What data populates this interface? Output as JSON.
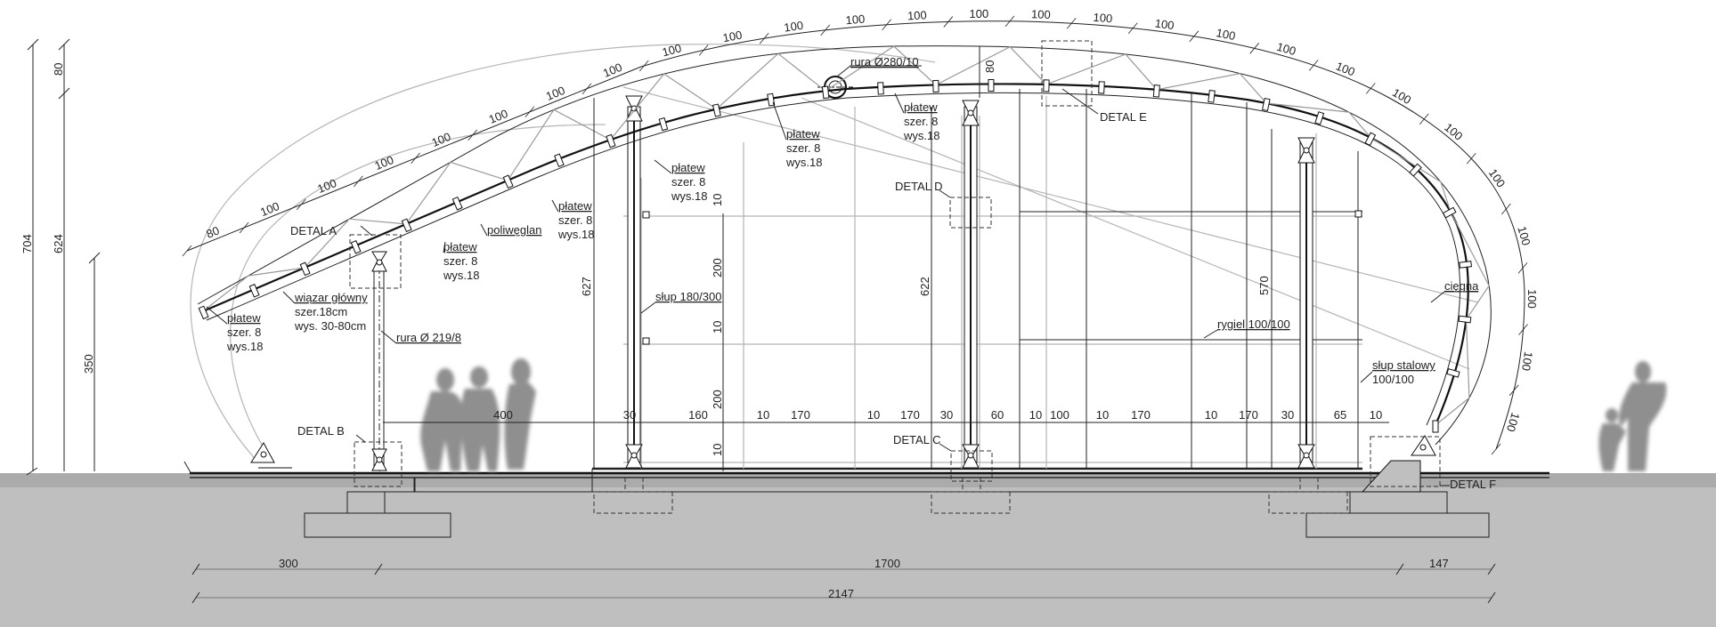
{
  "drawing": {
    "arc_dimensions": [
      "80",
      "100",
      "100",
      "100",
      "100",
      "100",
      "100",
      "100",
      "100",
      "100",
      "100",
      "100",
      "100",
      "100",
      "100",
      "100",
      "100",
      "100",
      "100",
      "100",
      "100",
      "100",
      "100",
      "100",
      "100",
      "100",
      "100"
    ],
    "left_dimensions": {
      "total": "704",
      "top": "80",
      "mid": "624",
      "low": "350"
    },
    "height_dimensions": {
      "h627": "627",
      "h622": "622",
      "h570": "570",
      "ridge80": "80"
    },
    "vertical_chain": [
      "10",
      "200",
      "10",
      "200",
      "10"
    ],
    "horizontal_chain": [
      "400",
      "30",
      "160",
      "10",
      "170",
      "10",
      "170",
      "30",
      "60",
      "10",
      "100",
      "10",
      "170",
      "10",
      "170",
      "30",
      "65",
      "10"
    ],
    "bottom_dimensions": {
      "d300": "300",
      "d1700": "1700",
      "d147": "147",
      "total": "2147"
    },
    "details": {
      "a": "DETAL A",
      "b": "DETAL B",
      "c": "DETAL C",
      "d": "DETAL D",
      "e": "DETAL E",
      "f": "DETAL F"
    },
    "labels": {
      "platew": "płatew",
      "szer8": "szer. 8",
      "wys18": "wys.18",
      "poliweglan": "poliwęglan",
      "wiazar": "wiązar główny",
      "wiazar_szer": "szer.18cm",
      "wiazar_wys": "wys. 30-80cm",
      "rura219": "rura Ø 219/8",
      "rura280": "rura Ø280/10",
      "slup": "słup 180/300",
      "rygiel": "rygiel 100/100",
      "slup_stalowy": "słup stalowy",
      "slup_stalowy_dim": "100/100",
      "ciegna": "cięgna"
    }
  }
}
